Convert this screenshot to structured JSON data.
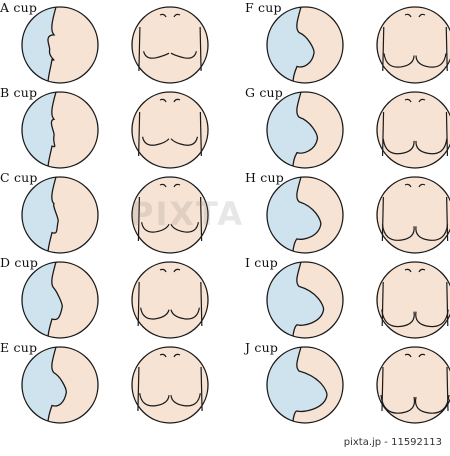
{
  "colors": {
    "side_fill": "#cfe3ee",
    "skin_fill": "#f6e3d4",
    "line": "#1a1a1a"
  },
  "cups": [
    {
      "label": "A cup",
      "size": 0.05
    },
    {
      "label": "B cup",
      "size": 0.18
    },
    {
      "label": "C cup",
      "size": 0.3
    },
    {
      "label": "D cup",
      "size": 0.42
    },
    {
      "label": "E cup",
      "size": 0.54
    },
    {
      "label": "F cup",
      "size": 0.62
    },
    {
      "label": "G cup",
      "size": 0.72
    },
    {
      "label": "H cup",
      "size": 0.82
    },
    {
      "label": "I cup",
      "size": 0.9
    },
    {
      "label": "J cup",
      "size": 1.0
    }
  ],
  "watermark": "PIXTA",
  "footer": "pixta.jp - 11592113"
}
